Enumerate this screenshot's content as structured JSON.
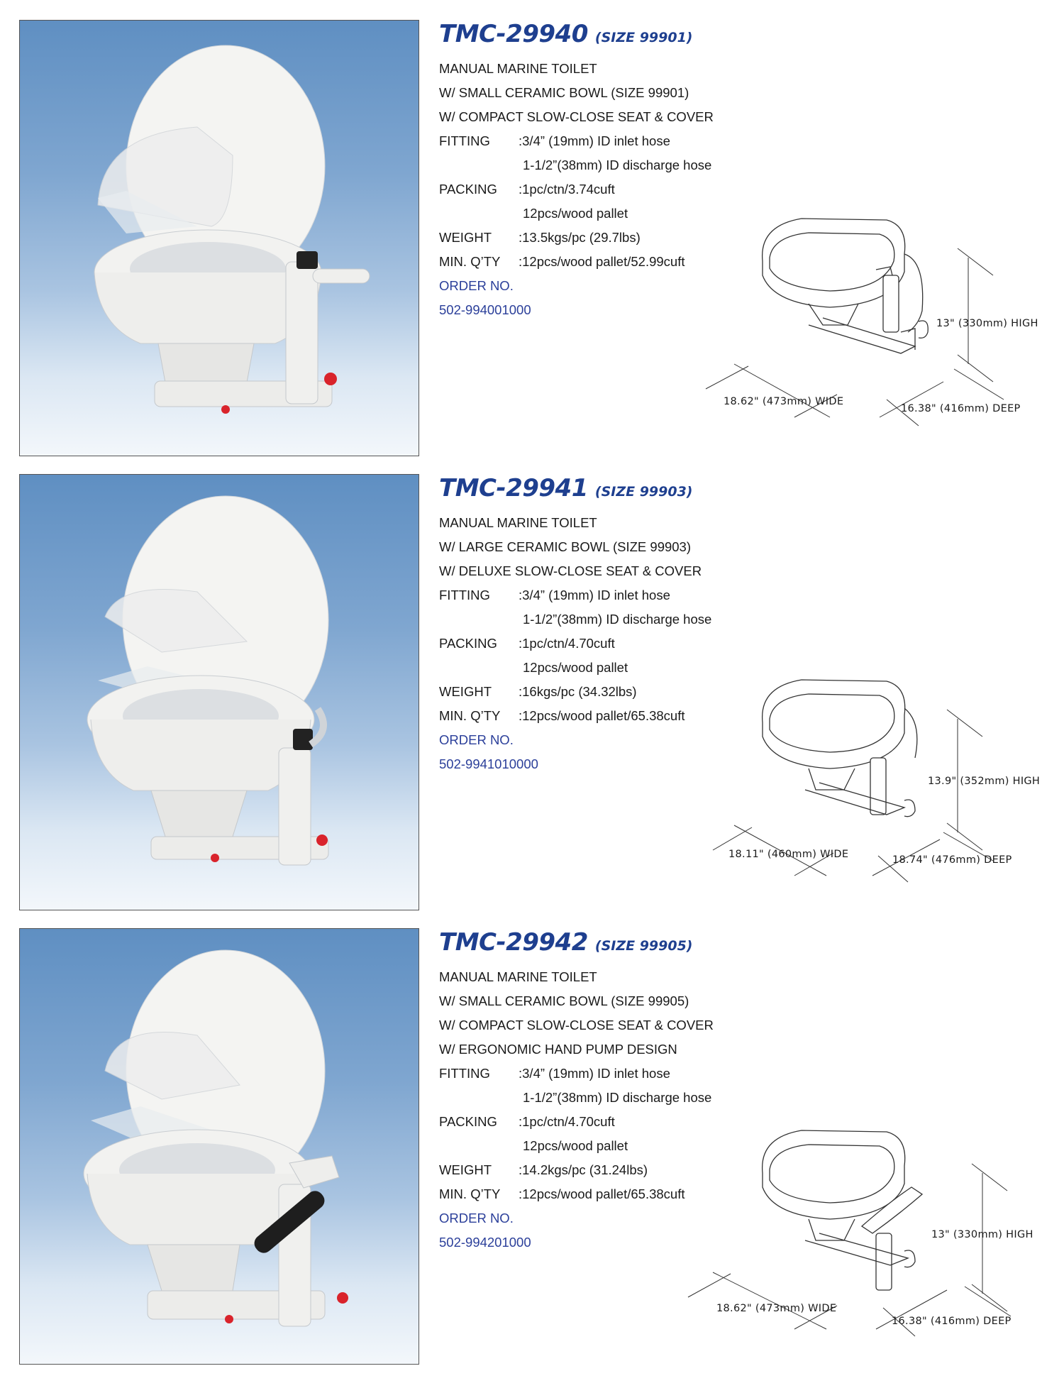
{
  "products": [
    {
      "model": "TMC-29940",
      "size": "(SIZE 99901)",
      "lines": [
        {
          "label": "",
          "value": "MANUAL MARINE TOILET"
        },
        {
          "label": "",
          "value": "W/ SMALL CERAMIC BOWL (SIZE 99901)"
        },
        {
          "label": "",
          "value": "W/ COMPACT SLOW-CLOSE SEAT & COVER"
        },
        {
          "label": "FITTING",
          "value": ":3/4” (19mm) ID inlet hose"
        },
        {
          "label": "",
          "value": "1-1/2”(38mm) ID discharge hose"
        },
        {
          "label": "PACKING",
          "value": ":1pc/ctn/3.74cuft"
        },
        {
          "label": "",
          "value": "12pcs/wood pallet"
        },
        {
          "label": "WEIGHT",
          "value": ":13.5kgs/pc (29.7lbs)"
        },
        {
          "label": "MIN. Q’TY",
          "value": ":12pcs/wood pallet/52.99cuft"
        }
      ],
      "order_label": "ORDER NO.",
      "order_no": "502-994001000",
      "dimensions": {
        "high": "13\" (330mm) HIGH",
        "wide": "18.62\" (473mm) WIDE",
        "deep": "16.38\" (416mm) DEEP"
      }
    },
    {
      "model": "TMC-29941",
      "size": "(SIZE 99903)",
      "lines": [
        {
          "label": "",
          "value": "MANUAL MARINE TOILET"
        },
        {
          "label": "",
          "value": "W/ LARGE CERAMIC BOWL (SIZE 99903)"
        },
        {
          "label": "",
          "value": "W/ DELUXE SLOW-CLOSE SEAT & COVER"
        },
        {
          "label": "FITTING",
          "value": ":3/4” (19mm) ID inlet hose"
        },
        {
          "label": "",
          "value": "1-1/2”(38mm) ID discharge hose"
        },
        {
          "label": "PACKING",
          "value": ":1pc/ctn/4.70cuft"
        },
        {
          "label": "",
          "value": "12pcs/wood pallet"
        },
        {
          "label": "WEIGHT",
          "value": ":16kgs/pc (34.32lbs)"
        },
        {
          "label": "MIN. Q’TY",
          "value": ":12pcs/wood pallet/65.38cuft"
        }
      ],
      "order_label": "ORDER NO.",
      "order_no": "502-9941010000",
      "dimensions": {
        "high": "13.9\" (352mm) HIGH",
        "wide": "18.11\" (460mm) WIDE",
        "deep": "18.74\" (476mm) DEEP"
      }
    },
    {
      "model": "TMC-29942",
      "size": "(SIZE 99905)",
      "lines": [
        {
          "label": "",
          "value": "MANUAL MARINE TOILET"
        },
        {
          "label": "",
          "value": "W/ SMALL CERAMIC BOWL (SIZE 99905)"
        },
        {
          "label": "",
          "value": "W/ COMPACT SLOW-CLOSE SEAT & COVER"
        },
        {
          "label": "",
          "value": "W/ ERGONOMIC HAND PUMP DESIGN"
        },
        {
          "label": "FITTING",
          "value": ":3/4” (19mm) ID inlet hose"
        },
        {
          "label": "",
          "value": "1-1/2”(38mm) ID discharge hose"
        },
        {
          "label": "PACKING",
          "value": ":1pc/ctn/4.70cuft"
        },
        {
          "label": "",
          "value": "12pcs/wood pallet"
        },
        {
          "label": "WEIGHT",
          "value": ":14.2kgs/pc (31.24lbs)"
        },
        {
          "label": "MIN. Q’TY",
          "value": ":12pcs/wood pallet/65.38cuft"
        }
      ],
      "order_label": "ORDER NO.",
      "order_no": "502-994201000",
      "dimensions": {
        "high": "13\" (330mm) HIGH",
        "wide": "18.62\" (473mm) WIDE",
        "deep": "16.38\" (416mm) DEEP"
      }
    }
  ],
  "colors": {
    "title_blue": "#1e3f8f",
    "order_blue": "#2b3f9a",
    "photo_sky_top": "#5f8fc2",
    "photo_sky_bottom": "#f3f7fb"
  },
  "icons": [
    "toilet-photo",
    "toilet-line-drawing",
    "dimension-arrow"
  ]
}
